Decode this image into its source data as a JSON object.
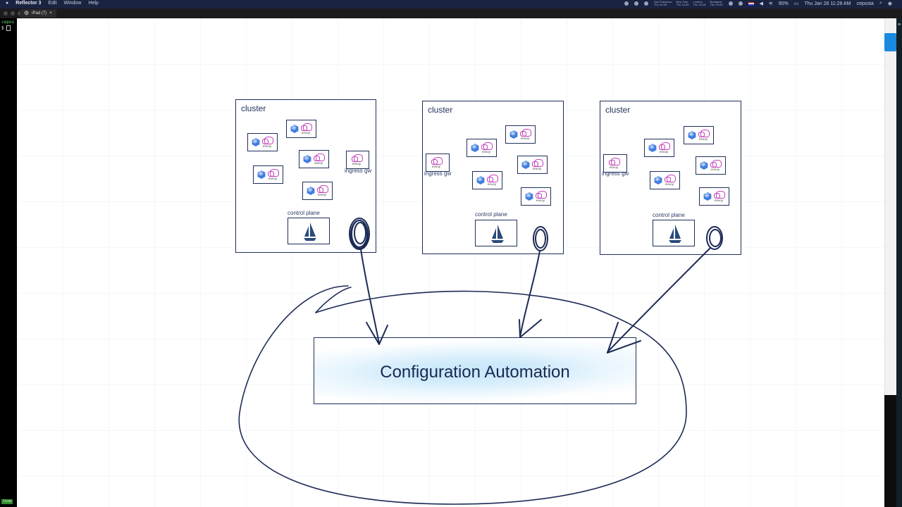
{
  "menubar": {
    "app_name": "Reflector 3",
    "menu_items": [
      "Edit",
      "Window",
      "Help"
    ],
    "world_clock": [
      {
        "city": "San Francisco",
        "time": "Thu 10:28"
      },
      {
        "city": "New York",
        "time": "Thu 13:28"
      },
      {
        "city": "London",
        "time": "Thu 18:28"
      },
      {
        "city": "Budapest",
        "time": "Thu 19:28"
      }
    ],
    "battery": "90%",
    "datetime": "Thu Jan 28 11:28 AM",
    "user": "ceposta"
  },
  "tabstrip": {
    "tab_label": "iPad (7)",
    "close_glyph": "×"
  },
  "terminal": {
    "line1": "cepos",
    "prompt": "$",
    "status": "live"
  },
  "whiteboard": {
    "clusters": [
      {
        "title": "cluster",
        "ingress_label": "ingress gw",
        "control_plane_label": "control plane"
      },
      {
        "title": "cluster",
        "ingress_label": "ingress gw",
        "control_plane_label": "control plane"
      },
      {
        "title": "cluster",
        "ingress_label": "ingress gw",
        "control_plane_label": "control plane"
      }
    ],
    "pod_label": "envoy",
    "config_box_title": "Configuration Automation"
  },
  "colors": {
    "ink": "#1f2f5a",
    "k8s_blue": "#3f7de0",
    "envoy_magenta": "#c43cbb",
    "scroll_accent": "#1a8ae0"
  }
}
